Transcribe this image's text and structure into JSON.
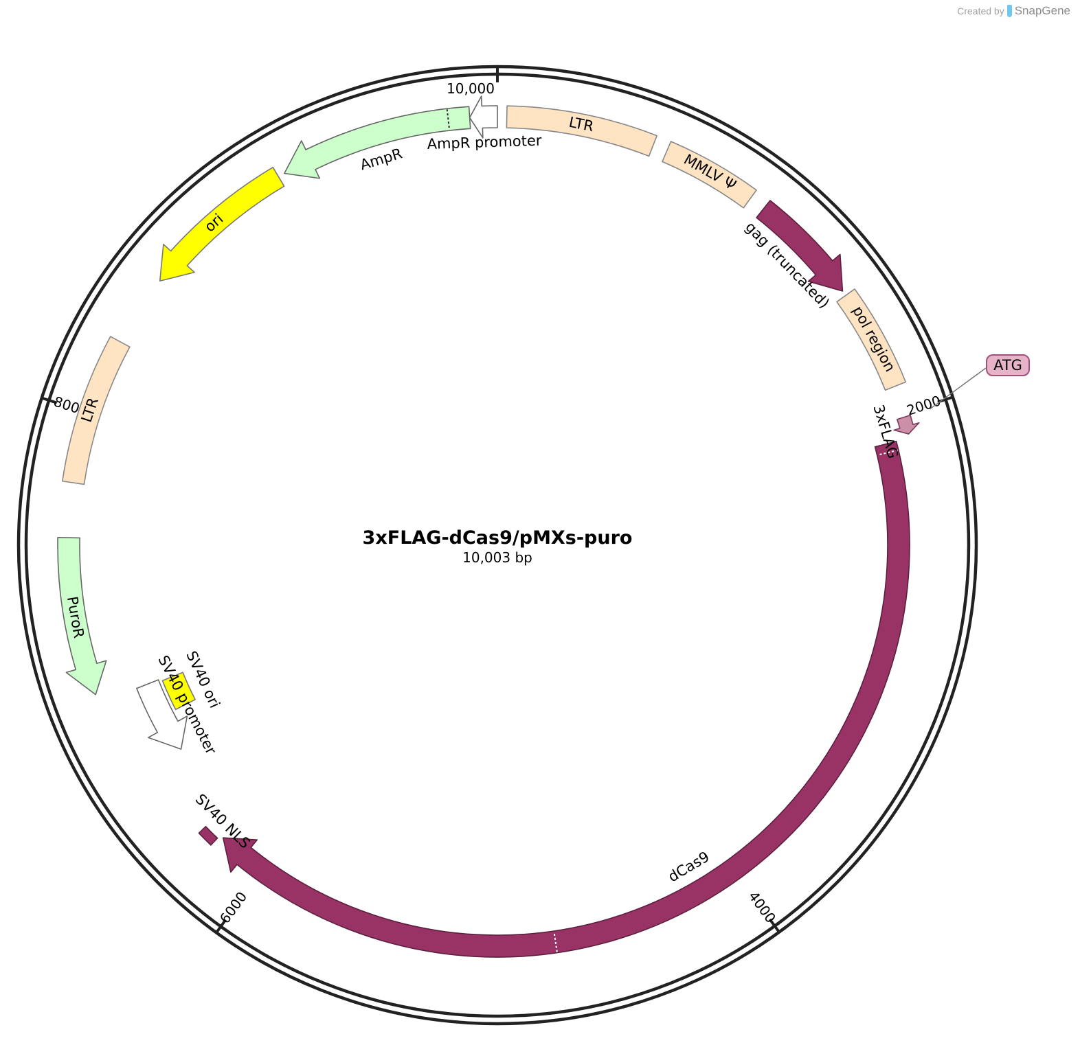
{
  "credit": {
    "prefix": "Created by",
    "brand": "SnapGene"
  },
  "plasmid": {
    "name": "3xFLAG-dCas9/pMXs-puro",
    "size_label": "10,003 bp",
    "length_bp": 10003
  },
  "ticks": [
    {
      "bp": 0,
      "label": "10,000"
    },
    {
      "bp": 2000,
      "label": "2000"
    },
    {
      "bp": 4000,
      "label": "4000"
    },
    {
      "bp": 6000,
      "label": "6000"
    },
    {
      "bp": 8000,
      "label": "8000"
    }
  ],
  "features": [
    {
      "id": "ltr-5",
      "label": "LTR",
      "start": 35,
      "end": 591,
      "ring": "outer",
      "shape": "box",
      "fill": "#ffe4c4",
      "label_pos": "inside"
    },
    {
      "id": "mmlv-psi",
      "label": "MMLV Ψ",
      "start": 646,
      "end": 1003,
      "ring": "outer",
      "shape": "box",
      "fill": "#ffe4c4",
      "label_pos": "inside"
    },
    {
      "id": "gag",
      "label": "gag (truncated)",
      "start": 1065,
      "end": 1490,
      "ring": "outer",
      "shape": "arrow",
      "dir": 1,
      "fill": "#993366",
      "label_pos": "below"
    },
    {
      "id": "pol",
      "label": "pol region",
      "start": 1510,
      "end": 1895,
      "ring": "outer",
      "shape": "box",
      "fill": "#ffe4c4",
      "label_pos": "inside"
    },
    {
      "id": "flag",
      "label": "3xFLAG",
      "start": 2015,
      "end": 2080,
      "ring": "flag",
      "shape": "arrow",
      "dir": 1,
      "fill": "#cc8fa8",
      "label_pos": "below"
    },
    {
      "id": "dcas9",
      "label": "dCas9",
      "start": 2095,
      "end": 6200,
      "ring": "inner",
      "shape": "arrow",
      "dir": 1,
      "fill": "#993366",
      "label_pos": "below",
      "dashed_at": [
        2130,
        4770
      ]
    },
    {
      "id": "nls",
      "label": "SV40 NLS",
      "start": 6215,
      "end": 6280,
      "ring": "nls",
      "shape": "box",
      "fill": "#993366",
      "label_pos": "below"
    },
    {
      "id": "sv40-promoter",
      "label": "SV40 promoter",
      "start": 6590,
      "end": 6900,
      "ring": "promoter",
      "shape": "arrow",
      "dir": -1,
      "fill": "#ffffff",
      "label_pos": "below"
    },
    {
      "id": "sv40-ori",
      "label": "SV40 ori",
      "start": 6750,
      "end": 6890,
      "ring": "ori",
      "shape": "box",
      "fill": "#ffff00",
      "label_pos": "below"
    },
    {
      "id": "puror",
      "label": "PuroR",
      "start": 6935,
      "end": 7530,
      "ring": "outer",
      "shape": "arrow",
      "dir": -1,
      "fill": "#ccffcc",
      "label_pos": "inside"
    },
    {
      "id": "ltr-3",
      "label": "LTR",
      "start": 7735,
      "end": 8290,
      "ring": "outer",
      "shape": "box",
      "fill": "#ffe4c4",
      "label_pos": "inside"
    },
    {
      "id": "ori",
      "label": "ori",
      "start": 8560,
      "end": 9150,
      "ring": "outer",
      "shape": "arrow",
      "dir": -1,
      "fill": "#ffff00",
      "label_pos": "inside"
    },
    {
      "id": "ampr",
      "label": "AmpR",
      "start": 9175,
      "end": 9900,
      "ring": "outer",
      "shape": "arrow",
      "dir": -1,
      "fill": "#ccffcc",
      "label_pos": "below",
      "dashed_at": [
        9820
      ]
    },
    {
      "id": "ampr-promoter",
      "label": "AmpR promoter",
      "start": 9900,
      "end": 10003,
      "ring": "outer",
      "shape": "arrow",
      "dir": -1,
      "fill": "#ffffff",
      "label_pos": "below"
    }
  ],
  "callouts": [
    {
      "id": "atg",
      "label": "ATG",
      "bp": 2015,
      "fill": "#e7b3c8",
      "stroke": "#a0507a"
    }
  ]
}
